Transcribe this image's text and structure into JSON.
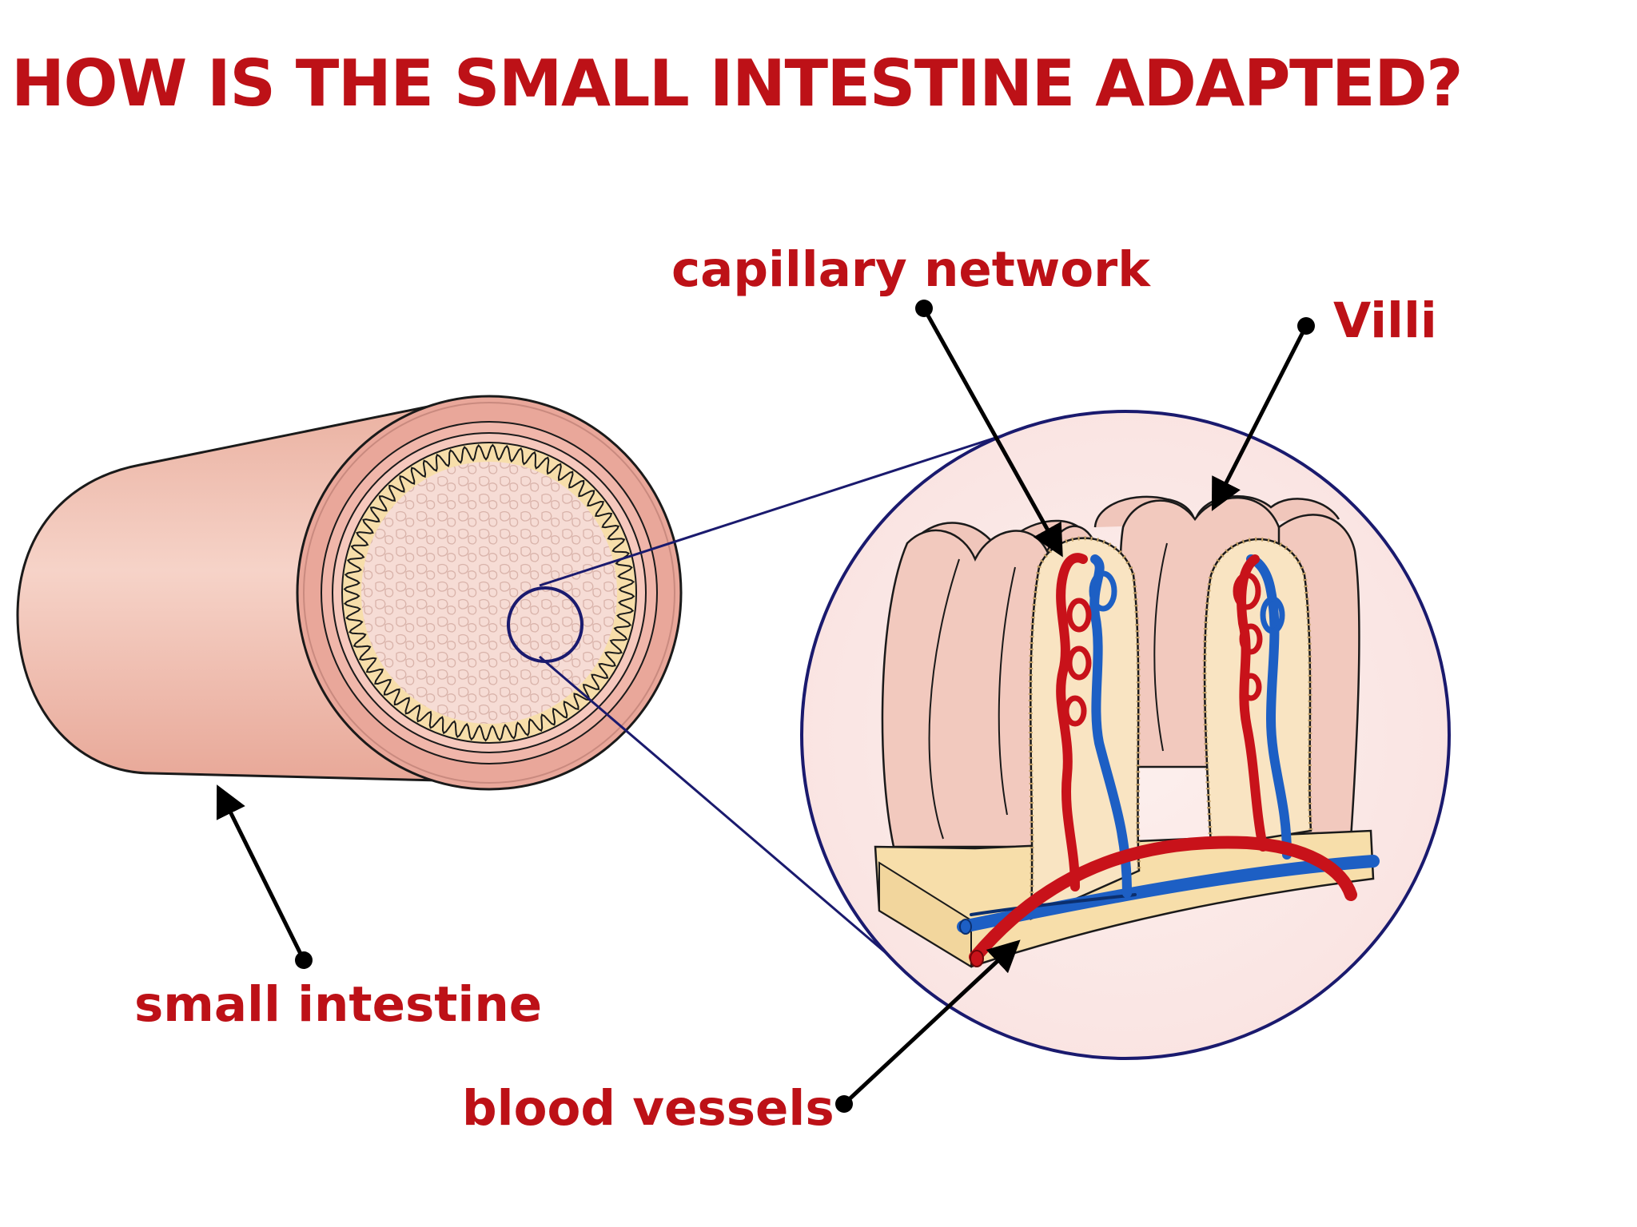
{
  "title": "HOW IS THE SMALL INTESTINE ADAPTED?",
  "labels": {
    "capillary_network": "capillary network",
    "villi": "Villi",
    "small_intestine": "small intestine",
    "blood_vessels": "blood vessels"
  },
  "colors": {
    "title_red": "#bd1117",
    "label_red": "#bd1117",
    "tube_pink": "#f1c2b4",
    "lining_yellow": "#f7deaa",
    "artery_red": "#c8121a",
    "vein_blue": "#1d5fc4",
    "zoom_circle": "#1a1a6e",
    "zoom_fill": "#fbeaea"
  }
}
